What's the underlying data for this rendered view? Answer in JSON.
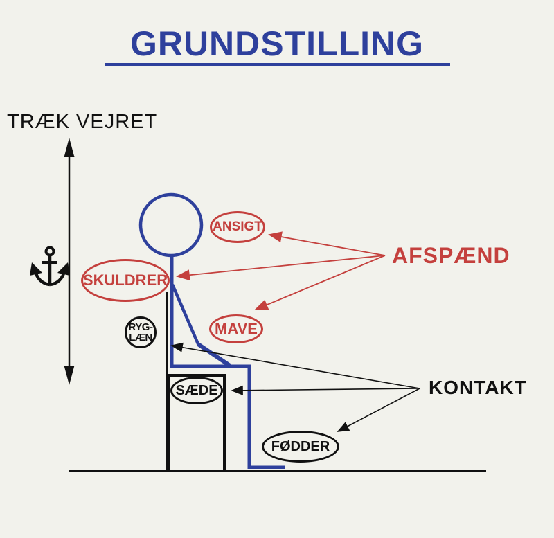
{
  "title": "GRUNDSTILLING",
  "labels": {
    "breathe": "TRÆK VEJRET",
    "relax": "AFSPÆND",
    "contact": "KONTAKT"
  },
  "bubbles": {
    "ansigt": "ANSIGT",
    "skuldrer": "SKULDRER",
    "mave": "MAVE",
    "ryglaen": "RYG-\nLÆN",
    "saede": "SÆDE",
    "foedder": "FØDDER"
  },
  "icons": {
    "anchor": "anchor-icon",
    "breathe_arrow": "double-headed-vertical-arrow"
  },
  "relations": {
    "relax_targets": [
      "ANSIGT",
      "SKULDRER",
      "MAVE"
    ],
    "contact_targets": [
      "RYG-LÆN",
      "SÆDE",
      "FØDDER"
    ]
  },
  "colors": {
    "background": "#f2f2ec",
    "blue": "#2e409c",
    "red": "#c4403d",
    "ink": "#111111"
  }
}
